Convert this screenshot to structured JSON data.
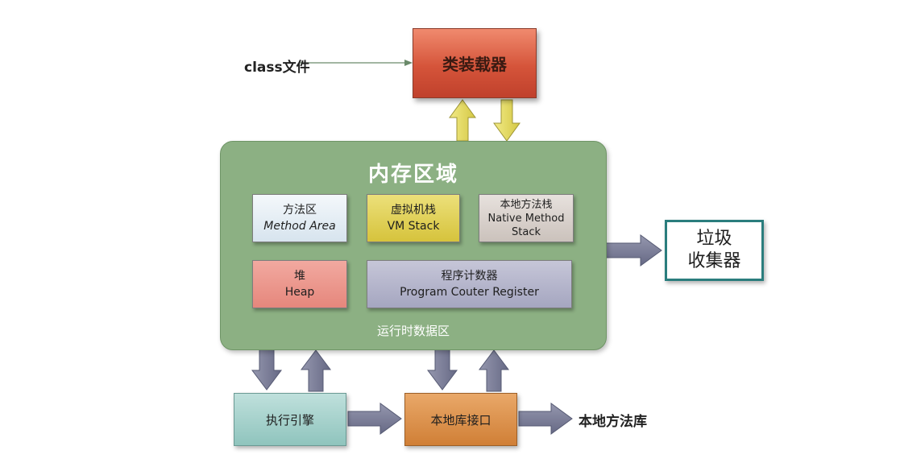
{
  "class_loader": {
    "label": "类装载器"
  },
  "class_file": {
    "label": "class文件"
  },
  "memory_area": {
    "title": "内存区域",
    "runtime_label": "运行时数据区",
    "method_area": {
      "cn": "方法区",
      "en": "Method Area"
    },
    "vm_stack": {
      "cn": "虚拟机栈",
      "en": "VM Stack"
    },
    "native_method_stack": {
      "cn": "本地方法栈",
      "en1": "Native Method",
      "en2": "Stack"
    },
    "heap": {
      "cn": "堆",
      "en": "Heap"
    },
    "program_counter": {
      "cn": "程序计数器",
      "en": "Program Couter Register"
    }
  },
  "garbage_collector": {
    "line1": "垃圾",
    "line2": "收集器"
  },
  "execution_engine": {
    "label": "执行引擎"
  },
  "native_interface": {
    "label": "本地库接口"
  },
  "native_library": {
    "label": "本地方法库"
  },
  "colors": {
    "loader_fill": "#d5543a",
    "memory_fill": "#8cb083",
    "arrow_yellow": "#e8df6a",
    "arrow_slate": "#7d8099",
    "gc_border": "#2a7d7d"
  }
}
